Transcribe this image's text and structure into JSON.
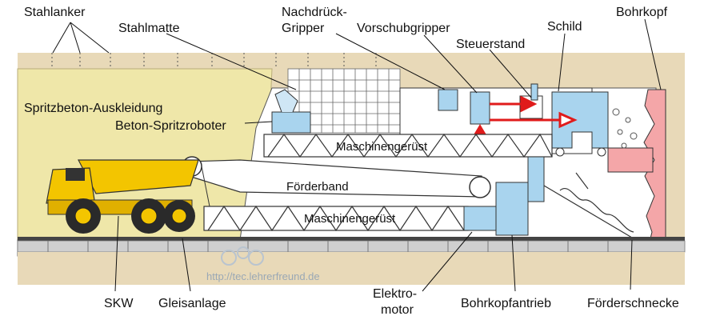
{
  "labels": {
    "stahlanker": "Stahlanker",
    "stahlmatte": "Stahlmatte",
    "nachdrueck_1": "Nachdrück-",
    "nachdrueck_2": "Gripper",
    "vorschubgripper": "Vorschubgripper",
    "schild": "Schild",
    "bohrkopf": "Bohrkopf",
    "steuerstand": "Steuerstand",
    "spritzbeton": "Spritzbeton-Auskleidung",
    "roboter": "Beton-Spritzroboter",
    "maschinengeruest_oben": "Maschinengerüst",
    "foerderband": "Förderband",
    "maschinengeruest_unten": "Maschinengerüst",
    "skw": "SKW",
    "gleisanlage": "Gleisanlage",
    "elektro_1": "Elektro-",
    "elektro_2": "motor",
    "bohrkopfantrieb": "Bohrkopfantrieb",
    "foerderschnecke": "Förderschnecke"
  },
  "watermark": "http://tec.lehrerfreund.de",
  "colors": {
    "rock": "#e8d9b8",
    "lining": "#efe7a9",
    "machine_blue": "#a9d4ee",
    "cutter_pink": "#f4a6a8",
    "arrow_red": "#e01b1b",
    "truck_yellow": "#f3c500",
    "outline": "#1a1a1a"
  }
}
